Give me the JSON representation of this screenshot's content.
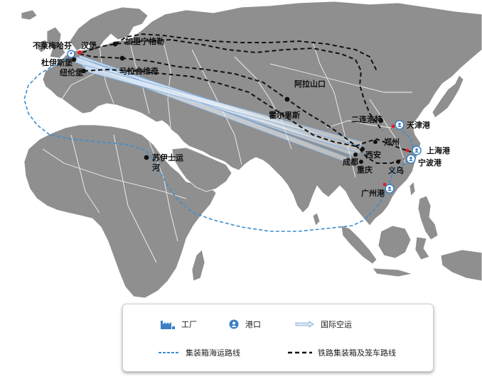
{
  "map": {
    "colors": {
      "land": "#8f8f8f",
      "border": "#ffffff",
      "sea_route": "#3b8ed0",
      "rail_route": "#111111",
      "air_route": "#7aa7d6",
      "port": "#3b7fc4",
      "factory": "#3b7fc4",
      "dot": "#111111",
      "red_dot": "#e02020"
    },
    "labels": {
      "bremerhaven": "不莱梅哈芬",
      "hamburg": "汉堡",
      "duisburg": "杜伊斯堡",
      "nuremberg": "纽伦堡",
      "kaliningrad": "加里宁格勒",
      "malaszewicze": "马拉舍维奇",
      "alashankou": "阿拉山口",
      "khorgos": "霍尔果斯",
      "erenhot": "二连浩特",
      "tianjin_port": "天津港",
      "zhengzhou": "郑州",
      "xian": "西安",
      "shanghai_port": "上海港",
      "ningbo_port": "宁波港",
      "yiwu": "义乌",
      "chengdu": "成都",
      "chongqing": "重庆",
      "guangzhou_port": "广州港",
      "suez_line1": "苏伊士运",
      "suez_line2": "河"
    }
  },
  "legend": {
    "factory_label": "工厂",
    "factory_icon": "factory-icon",
    "port_label": "港口",
    "port_icon": "port-pin-icon",
    "air_label": "国际空运",
    "air_icon": "air-route-icon",
    "sea_label": "集装箱海运路线",
    "rail_label": "铁路集装箱及笼车路线"
  }
}
